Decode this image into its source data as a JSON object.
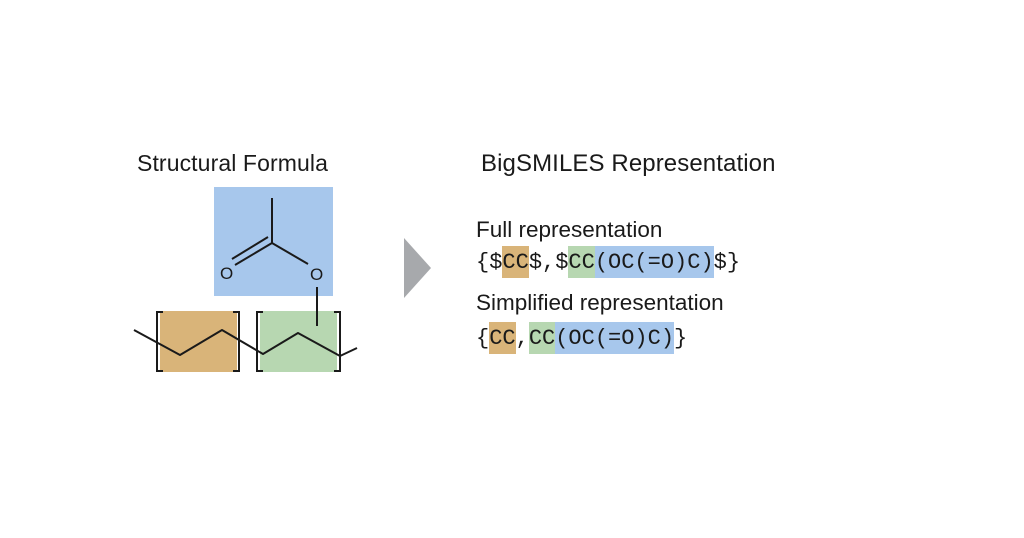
{
  "headings": {
    "structural": "Structural Formula",
    "bigsmiles": "BigSMILES Representation"
  },
  "colors": {
    "orange_highlight": "#d9b479",
    "green_highlight": "#b7d7b1",
    "blue_highlight": "#a7c7ec",
    "arrow": "#a7a9ac",
    "bond": "#1a1a1a"
  },
  "molecule": {
    "oxygen_carbonyl": "O",
    "oxygen_ester": "O"
  },
  "full": {
    "label": "Full representation",
    "segments": [
      {
        "text": "{",
        "bg": "none"
      },
      {
        "text": "$",
        "bg": "none"
      },
      {
        "text": "CC",
        "bg": "orange"
      },
      {
        "text": "$",
        "bg": "none"
      },
      {
        "text": ",",
        "bg": "none"
      },
      {
        "text": "$",
        "bg": "none"
      },
      {
        "text": "CC",
        "bg": "green"
      },
      {
        "text": "(OC(=O)C)",
        "bg": "blue"
      },
      {
        "text": "$",
        "bg": "none"
      },
      {
        "text": "}",
        "bg": "none"
      }
    ]
  },
  "simplified": {
    "label": "Simplified representation",
    "segments": [
      {
        "text": "{",
        "bg": "none"
      },
      {
        "text": "CC",
        "bg": "orange"
      },
      {
        "text": ",",
        "bg": "none"
      },
      {
        "text": "CC",
        "bg": "green"
      },
      {
        "text": "(OC(=O)C)",
        "bg": "blue"
      },
      {
        "text": "}",
        "bg": "none"
      }
    ]
  }
}
